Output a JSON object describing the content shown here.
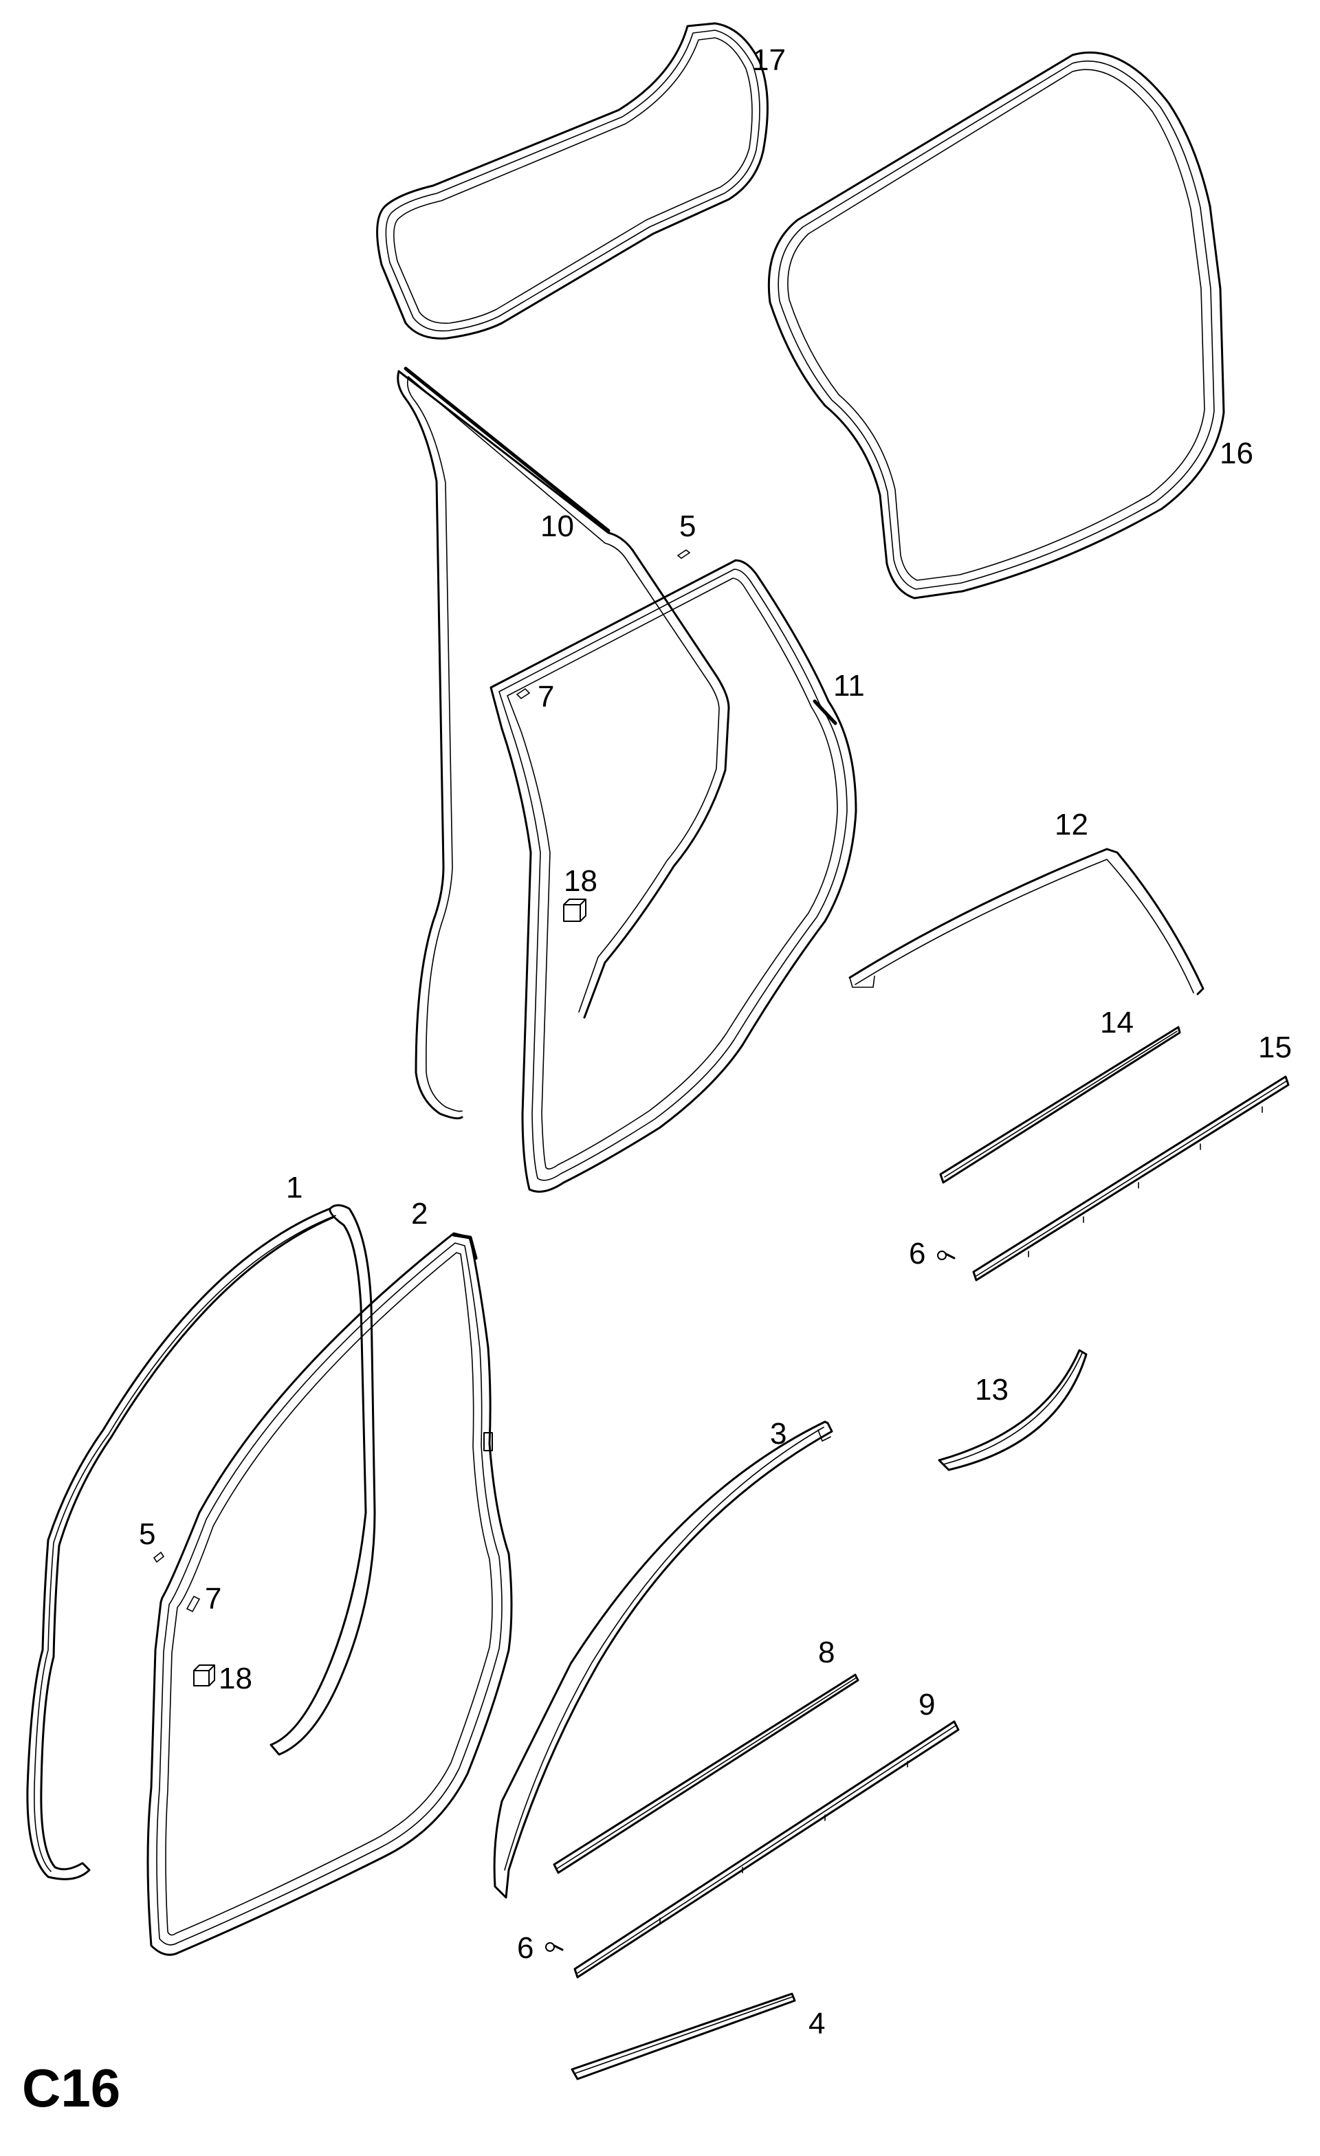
{
  "diagram_code": "C16",
  "callouts": {
    "c1": "1",
    "c2": "2",
    "c3": "3",
    "c4": "4",
    "c5a": "5",
    "c5b": "5",
    "c6a": "6",
    "c6b": "6",
    "c7a": "7",
    "c7b": "7",
    "c8": "8",
    "c9": "9",
    "c10": "10",
    "c11": "11",
    "c12": "12",
    "c13": "13",
    "c14": "14",
    "c15": "15",
    "c16": "16",
    "c17": "17",
    "c18a": "18",
    "c18b": "18"
  }
}
